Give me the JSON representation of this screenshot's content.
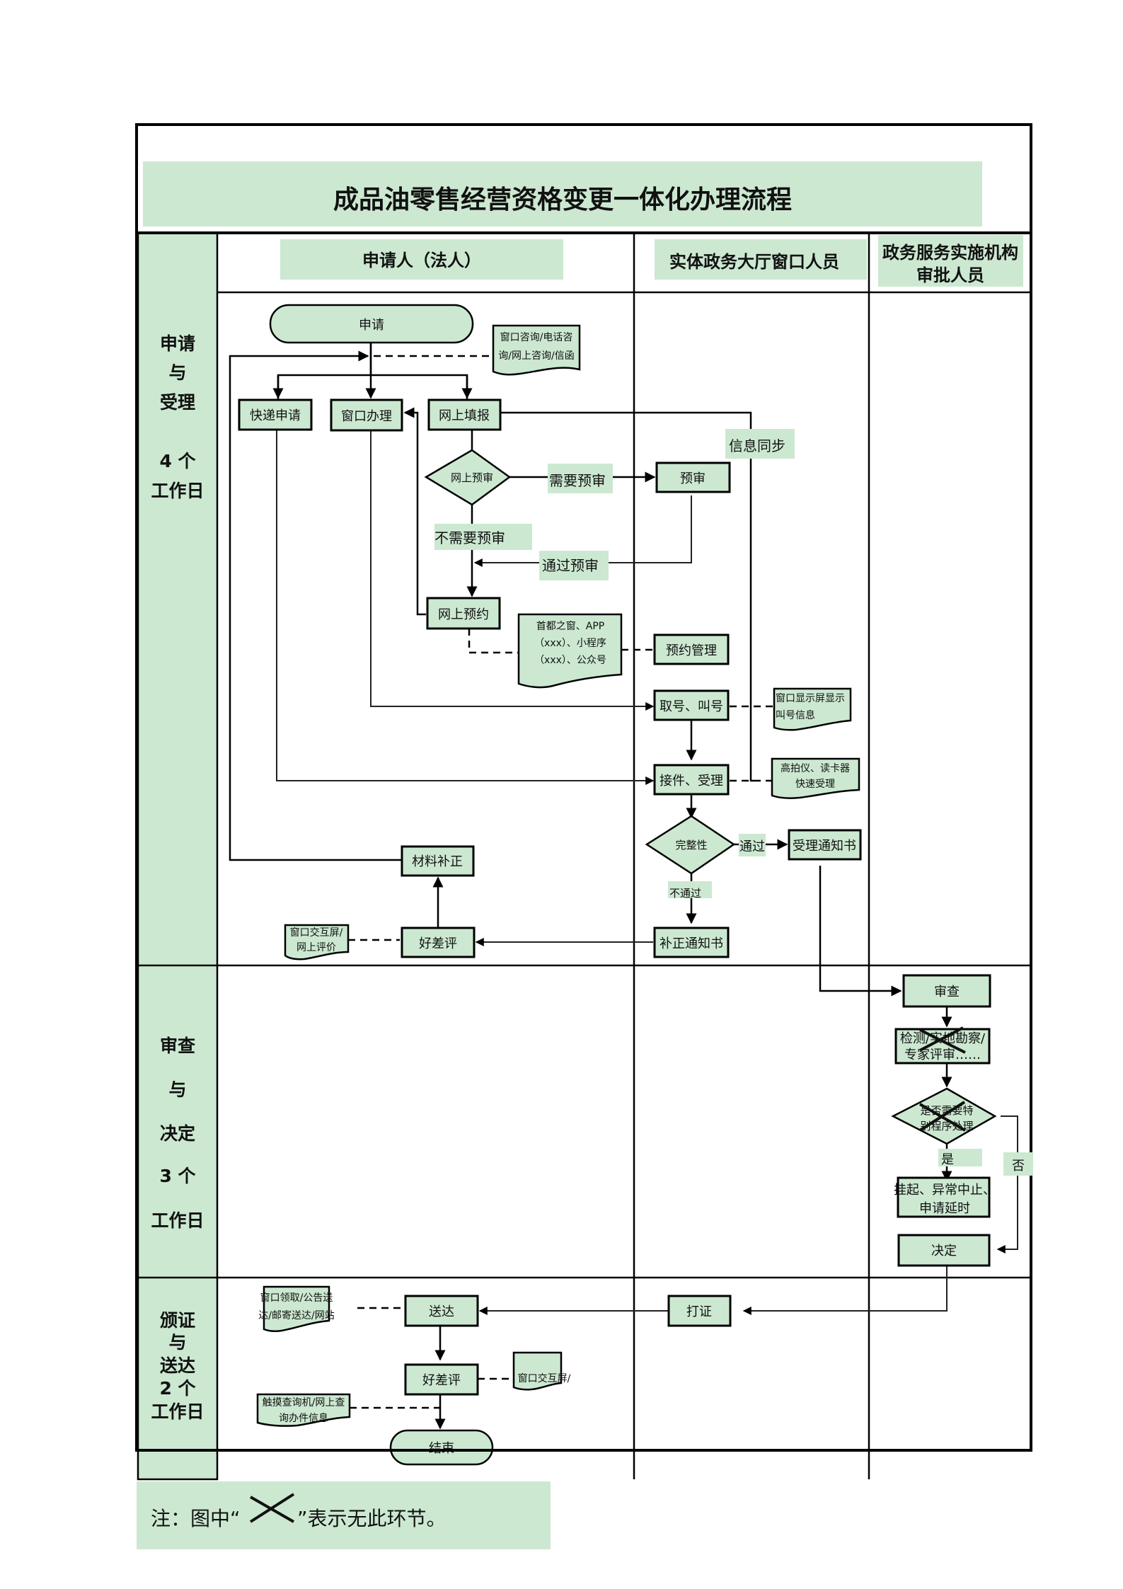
{
  "title": "成品油零售经营资格变更一体化办理流程",
  "columns": {
    "applicant": "申请人（法人）",
    "window_staff": "实体政务大厅窗口人员",
    "approver_line1": "政务服务实施机构",
    "approver_line2": "审批人员"
  },
  "stages": [
    {
      "lines": [
        "申请",
        "与",
        "受理",
        "",
        "4 个",
        "工作日"
      ]
    },
    {
      "lines": [
        "审查",
        "与",
        "决定",
        "3 个",
        "工作日"
      ]
    },
    {
      "lines": [
        "颁证",
        "与",
        "送达",
        "2 个",
        "工作日"
      ]
    }
  ],
  "nodes": {
    "start": "申请",
    "express_apply": "快递申请",
    "window_handle": "窗口办理",
    "online_fill": "网上填报",
    "online_precheck": "网上预审",
    "precheck": "预审",
    "online_booking": "网上预约",
    "booking_mgmt": "预约管理",
    "take_number": "取号、叫号",
    "receive_accept": "接件、受理",
    "completeness": "完整性",
    "accept_notice": "受理通知书",
    "correction_notice": "补正通知书",
    "rating1": "好差评",
    "material_fix": "材料补正",
    "review": "审查",
    "inspection_line1": "检测/实地勘察/",
    "inspection_line2": "专家评审……",
    "special_line1": "是否需要特",
    "special_line2": "别程序处理",
    "suspend_line1": "挂起、异常中止、",
    "suspend_line2": "申请延时",
    "decision": "决定",
    "print_cert": "打证",
    "deliver": "送达",
    "rating2": "好差评",
    "end": "结束"
  },
  "documents": {
    "consult_line1": "窗口咨询/电话咨",
    "consult_line2": "询/网上咨询/信函",
    "channels_line1": "首都之窗、APP",
    "channels_line2": "（xxx）、小程序",
    "channels_line3": "（xxx）、公众号",
    "display_line1": "窗口显示屏显示",
    "display_line2": "叫号信息",
    "scanner_line1": "高拍仪、读卡器",
    "scanner_line2": "快速受理",
    "eval1_line1": "窗口交互屏/",
    "eval1_line2": "网上评价",
    "delivery_line1": "窗口领取/公告送",
    "delivery_line2": "达/邮寄送达/网站",
    "eval2_line1": "窗口交互屏/",
    "query_line1": "触摸查询机/网上查",
    "query_line2": "询办件信息"
  },
  "edge_labels": {
    "need_precheck": "需要预审",
    "no_precheck": "不需要预审",
    "pass_precheck": "通过预审",
    "info_sync": "信息同步",
    "pass": "通过",
    "fail": "不通过",
    "yes": "是",
    "no": "否"
  },
  "note": {
    "prefix": "注：图中“",
    "suffix": "”表示无此环节。"
  },
  "colors": {
    "fill": "#cce8d1",
    "line": "#000000"
  }
}
